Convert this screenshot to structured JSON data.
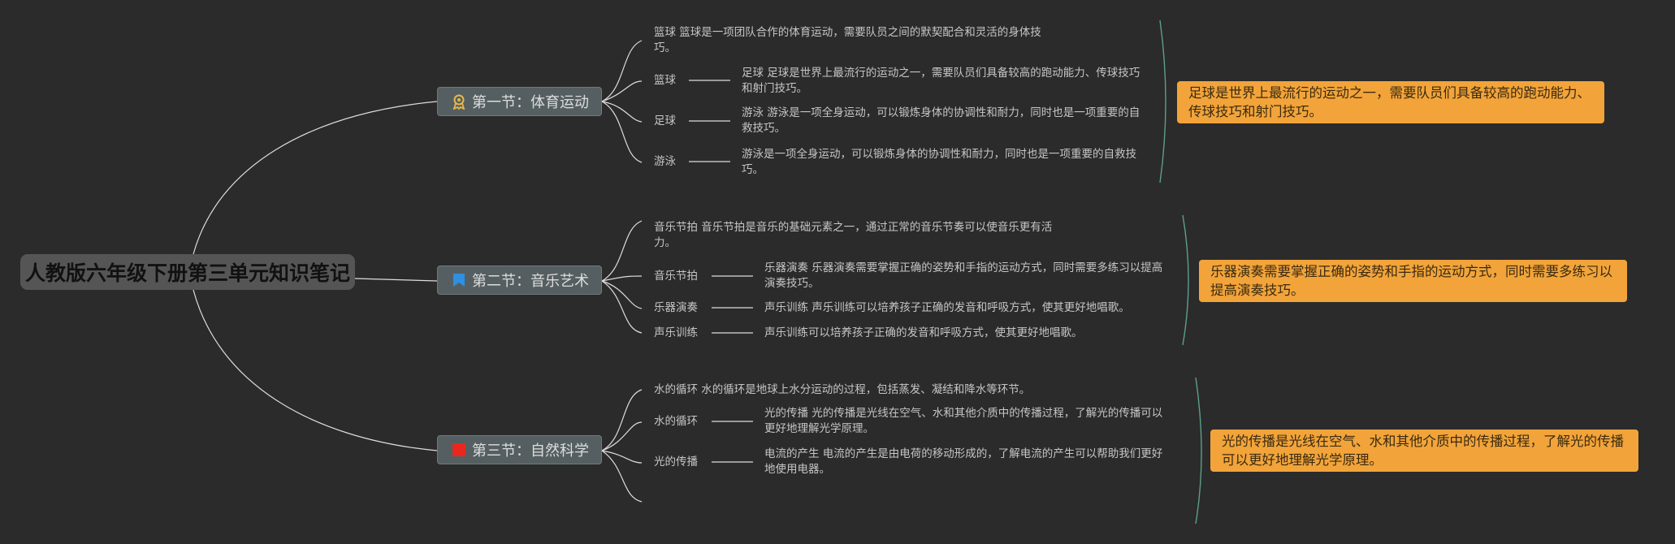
{
  "root": {
    "title": "人教版六年级下册第三单元知识笔记"
  },
  "colors": {
    "background": "#2b2b2b",
    "note": "#f2a43a",
    "bracket": "#5e9e8a",
    "line": "#dddddd"
  },
  "sections": [
    {
      "title": "第一节：体育运动",
      "icon": "award-ribbon-icon",
      "summary": "篮球 篮球是一项团队合作的体育运动，需要队员之间的默契配合和灵活的身体技巧。",
      "topics": [
        {
          "label": "篮球",
          "detail": "足球 足球是世界上最流行的运动之一，需要队员们具备较高的跑动能力、传球技巧和射门技巧。"
        },
        {
          "label": "足球",
          "detail": "游泳 游泳是一项全身运动，可以锻炼身体的协调性和耐力，同时也是一项重要的自救技巧。"
        },
        {
          "label": "游泳",
          "detail": "游泳是一项全身运动，可以锻炼身体的协调性和耐力，同时也是一项重要的自救技巧。"
        }
      ],
      "note": "足球是世界上最流行的运动之一，需要队员们具备较高的跑动能力、传球技巧和射门技巧。"
    },
    {
      "title": "第二节：音乐艺术",
      "icon": "blue-flag-icon",
      "summary": "音乐节拍 音乐节拍是音乐的基础元素之一，通过正常的音乐节奏可以使音乐更有活力。",
      "topics": [
        {
          "label": "音乐节拍",
          "detail": "乐器演奏 乐器演奏需要掌握正确的姿势和手指的运动方式，同时需要多练习以提高演奏技巧。"
        },
        {
          "label": "乐器演奏",
          "detail": "声乐训练 声乐训练可以培养孩子正确的发音和呼吸方式，使其更好地唱歌。"
        },
        {
          "label": "声乐训练",
          "detail": "声乐训练可以培养孩子正确的发音和呼吸方式，使其更好地唱歌。"
        }
      ],
      "note": "乐器演奏需要掌握正确的姿势和手指的运动方式，同时需要多练习以提高演奏技巧。"
    },
    {
      "title": "第三节：自然科学",
      "icon": "red-flag-icon",
      "summary": "水的循环 水的循环是地球上水分运动的过程，包括蒸发、凝结和降水等环节。",
      "topics": [
        {
          "label": "水的循环",
          "detail": "光的传播 光的传播是光线在空气、水和其他介质中的传播过程，了解光的传播可以更好地理解光学原理。"
        },
        {
          "label": "光的传播",
          "detail": "电流的产生 电流的产生是由电荷的移动形成的，了解电流的产生可以帮助我们更好地使用电器。"
        }
      ],
      "note": "光的传播是光线在空气、水和其他介质中的传播过程，了解光的传播可以更好地理解光学原理。"
    }
  ]
}
